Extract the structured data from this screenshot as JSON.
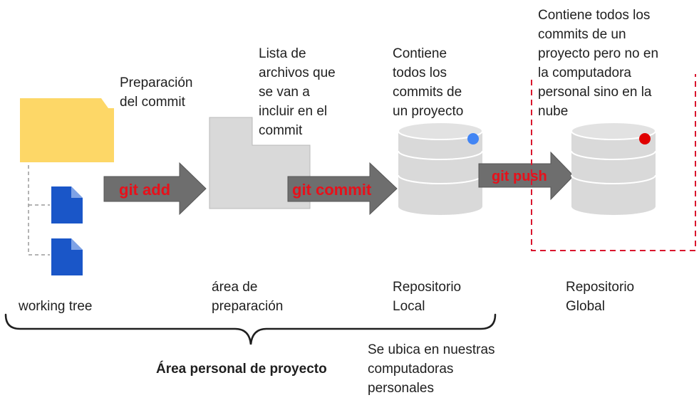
{
  "colors": {
    "folder": "#fdd767",
    "file": "#1a56c8",
    "arrow": "#6e6e6e",
    "arrow_text": "#e8101a",
    "staging": "#d9d9d9",
    "database": "#d9d9d9",
    "local_dot": "#4285f4",
    "remote_dot": "#e00000",
    "cloud_border": "#d9162e"
  },
  "icons": {
    "working_tree": "folder-icon",
    "files": "file-icon",
    "staging": "staging-area-icon",
    "local_repo": "database-icon",
    "remote_repo": "database-icon"
  },
  "labels": {
    "prep_commit": "Preparación\ndel commit",
    "staging_desc": "Lista de\narchivos que\nse van a\nincluir en el\ncommit",
    "local_desc": "Contiene\ntodos los\ncommits de\nun proyecto",
    "remote_desc": "Contiene todos los\ncommits de un\nproyecto pero no en\nla computadora\npersonal sino en la\nnube",
    "working_tree": "working tree",
    "staging_area": "área de\npreparación",
    "local_repo": "Repositorio\nLocal",
    "remote_repo": "Repositorio\nGlobal",
    "personal_area": "Área personal de proyecto",
    "location_note": "Se ubica en nuestras\ncomputadoras\npersonales"
  },
  "arrows": {
    "add": "git add",
    "commit": "git commit",
    "push": "git push"
  }
}
